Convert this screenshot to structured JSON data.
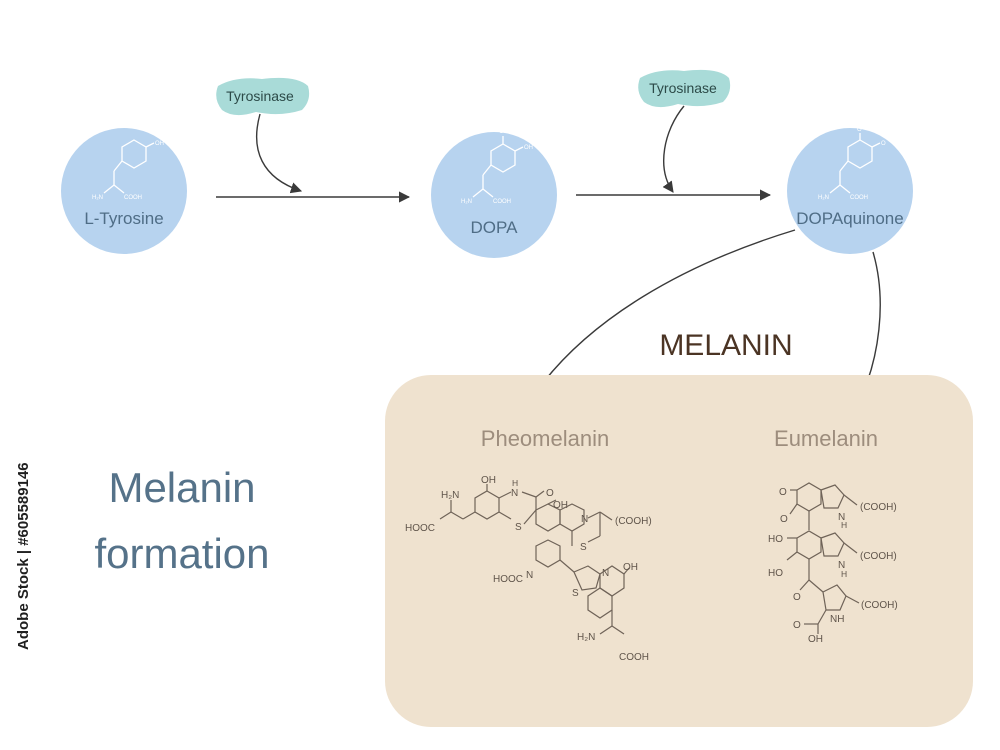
{
  "pathway": {
    "compounds": {
      "tyrosine": "L-Tyrosine",
      "dopa": "DOPA",
      "dopaquinone": "DOPAquinone"
    },
    "enzymes": [
      "Tyrosinase",
      "Tyrosinase"
    ]
  },
  "panel": {
    "title": "MELANIN",
    "pheomelanin": "Pheomelanin",
    "eumelanin": "Eumelanin"
  },
  "side_title": {
    "line1": "Melanin",
    "line2": "formation"
  },
  "structures": {
    "oh": "OH",
    "o": "O",
    "nh": "NH",
    "n": "N",
    "s": "S",
    "h": "H",
    "h2n": "H₂N",
    "cooh": "COOH",
    "hooc": "HOOC",
    "cooh_paren": "(COOH)",
    "ho": "HO",
    "h2n_small": "H₂N"
  },
  "stock_id": "Adobe Stock | #605589146",
  "colors": {
    "circle": "#b7d3ef",
    "enzyme": "#a9dbd8",
    "panel": "#efe2cf",
    "title_blue": "#557289",
    "melanin_brown": "#4b3424"
  }
}
